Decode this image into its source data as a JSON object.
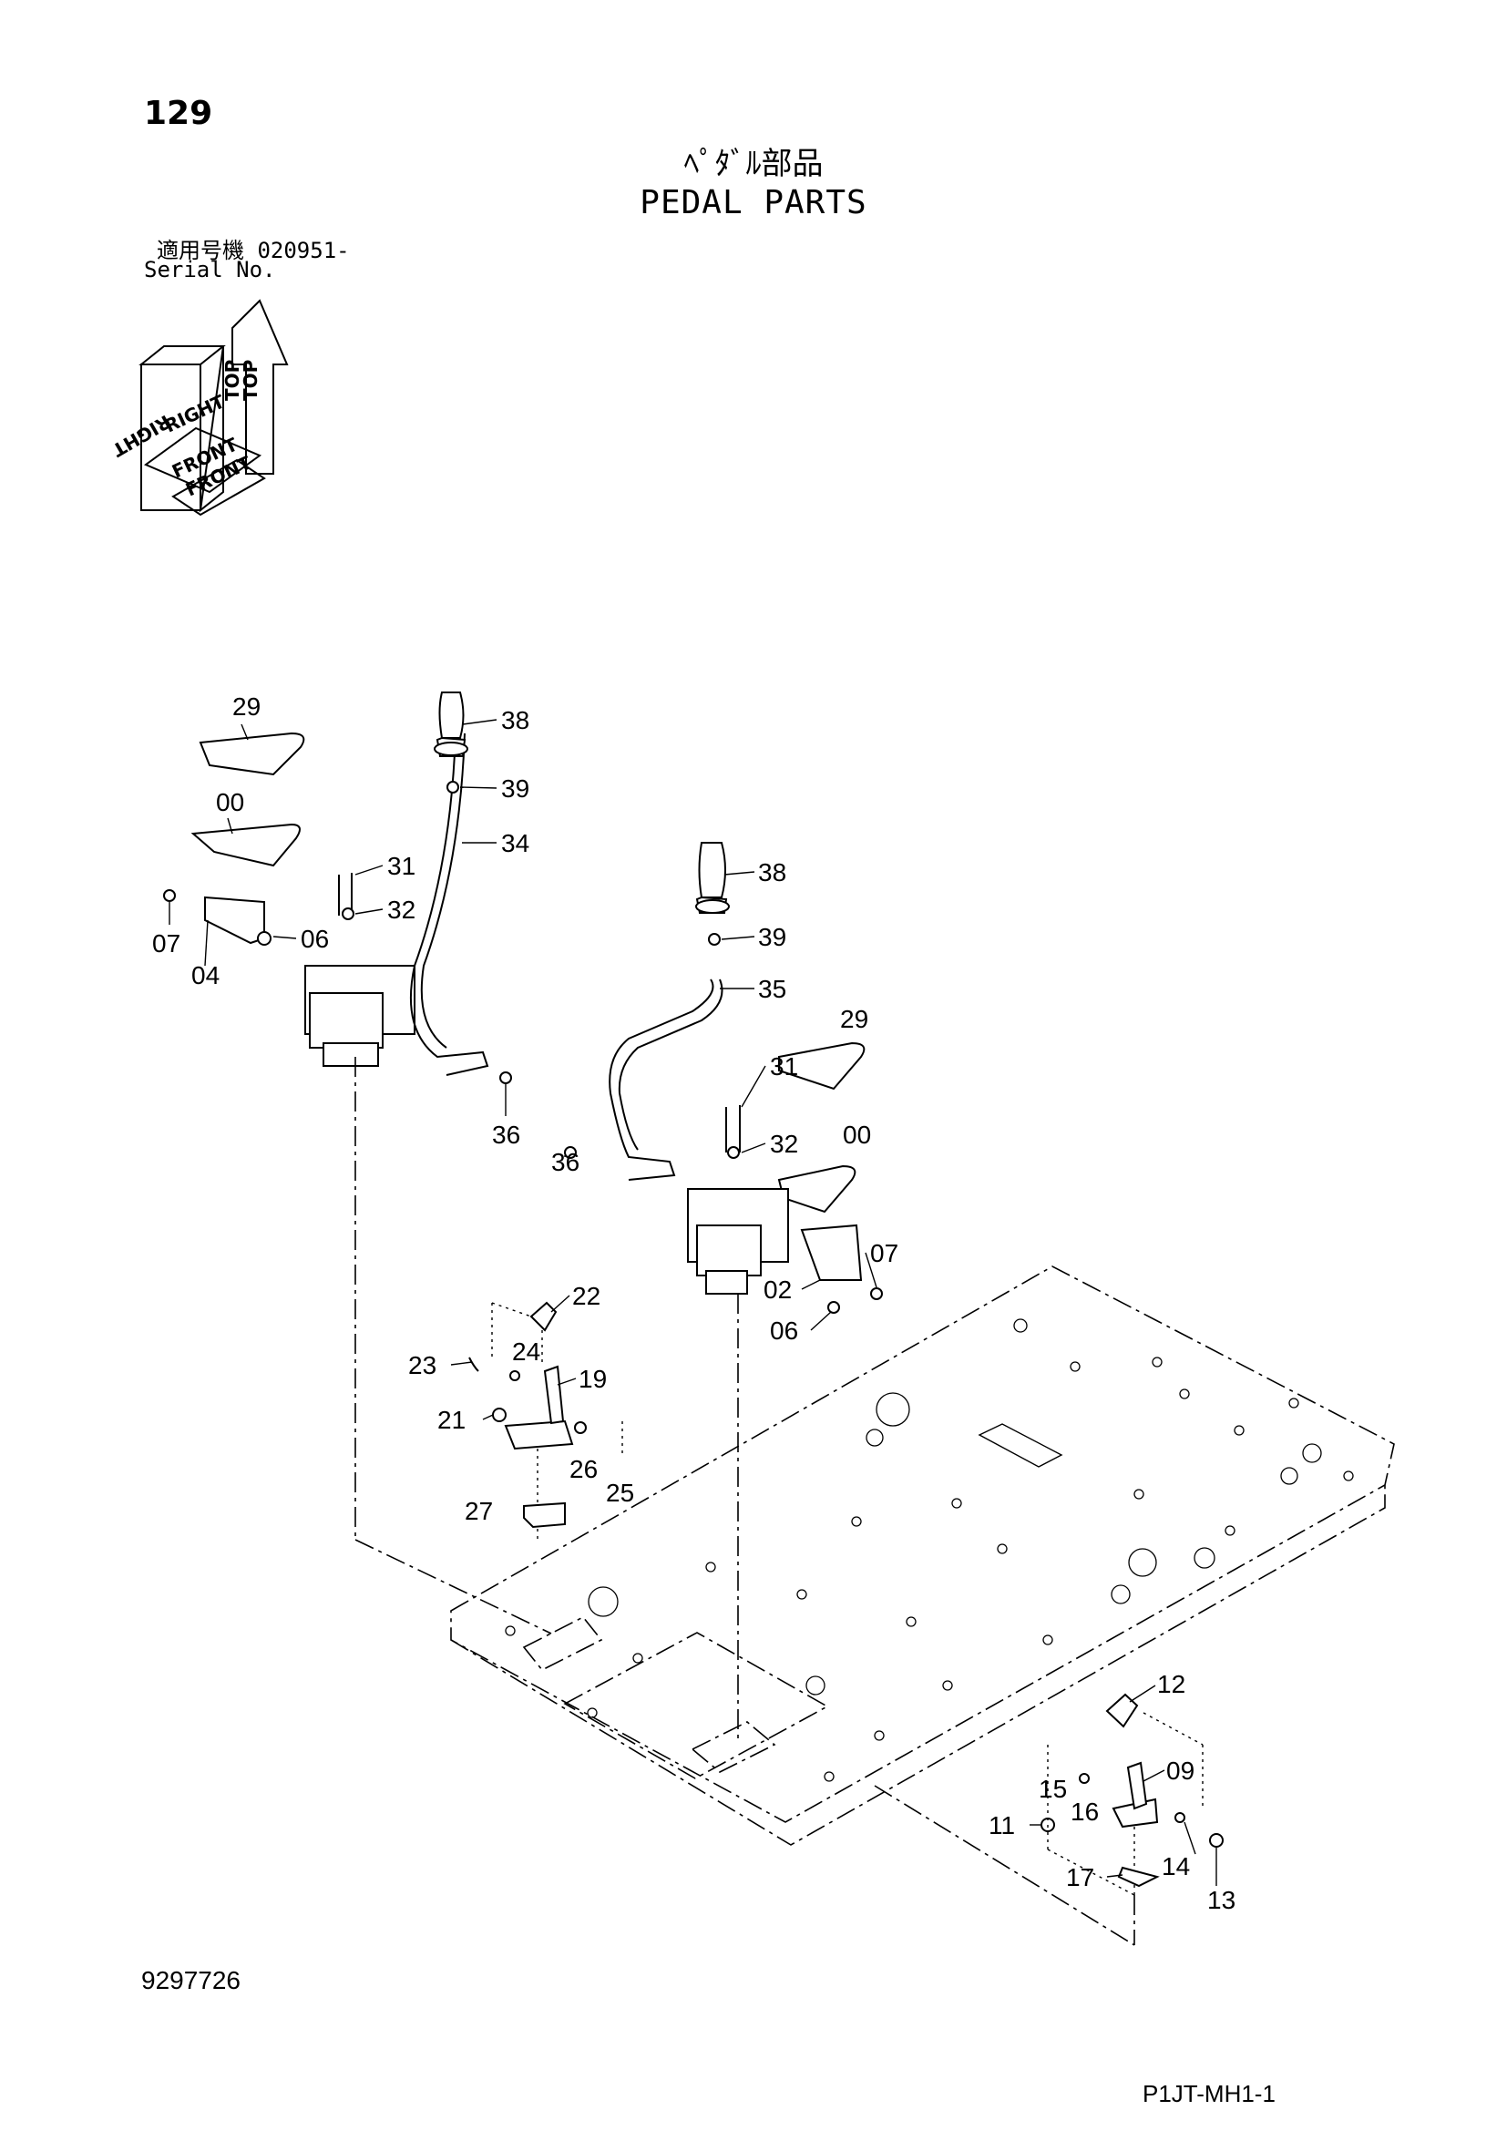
{
  "header": {
    "page_number": "129",
    "title_jp": "ﾍﾟﾀﾞﾙ部品",
    "title_en": "PEDAL PARTS",
    "serial_jp": "適用号機  020951-",
    "serial_en": "Serial No."
  },
  "orientation": {
    "top": "TOP",
    "right": "RIGHT",
    "front": "FRONT"
  },
  "callouts": {
    "c29a": "29",
    "c00a": "00",
    "c07a": "07",
    "c04": "04",
    "c06a": "06",
    "c31a": "31",
    "c32a": "32",
    "c38a": "38",
    "c39a": "39",
    "c34": "34",
    "c36a": "36",
    "c38b": "38",
    "c39b": "39",
    "c35": "35",
    "c29b": "29",
    "c31b": "31",
    "c32b": "32",
    "c00b": "00",
    "c36b": "36",
    "c07b": "07",
    "c02": "02",
    "c06b": "06",
    "c22": "22",
    "c23": "23",
    "c24": "24",
    "c19": "19",
    "c21": "21",
    "c26": "26",
    "c25": "25",
    "c27": "27",
    "c12": "12",
    "c09": "09",
    "c15": "15",
    "c16": "16",
    "c11": "11",
    "c14": "14",
    "c17": "17",
    "c13": "13"
  },
  "footer": {
    "doc_number": "9297726",
    "page_code": "P1JT-MH1-1"
  }
}
